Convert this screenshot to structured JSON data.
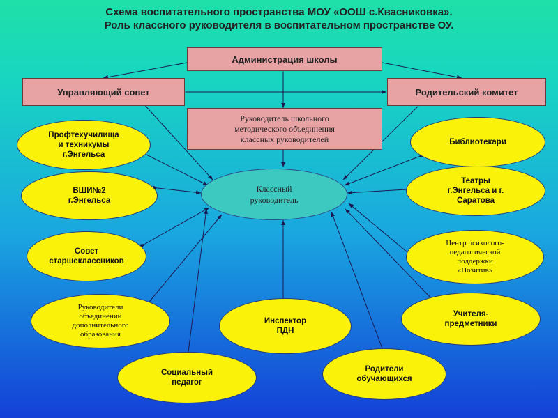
{
  "title": {
    "line1": "Схема воспитательного пространства МОУ «ООШ с.Квасниковка».",
    "line2": "Роль классного руководителя в воспитательном пространстве ОУ."
  },
  "boxes": {
    "administration": "Администрация школы",
    "governing_council": "Управляющий совет",
    "parent_committee": "Родительский комитет",
    "methodical_association": "Руководитель школьного\nметодического объединения\nклассных руководителей"
  },
  "center": "Классный\nруководитель",
  "ellipses": {
    "colleges": "Профтехучилища\nи техникумы\nг.Энгельса",
    "school2": "ВШИ№2\nг.Энгельса",
    "senior_council": "Совет\nстаршеклассников",
    "additional_education": "Руководители\nобъединений\nдополнительного\nобразования",
    "social_pedagogue": "Социальный\nпедагог",
    "pdn_inspector": "Инспектор\nПДН",
    "parents": "Родители\nобучающихся",
    "subject_teachers": "Учителя-\nпредметники",
    "psych_center": "Центр психолого-\nпедагогической\nподдержки\n«Позитив»",
    "theatres": "Театры\nг.Энгельса и г.\nСаратова",
    "librarians": "Библиотекари"
  },
  "colors": {
    "rect_fill": "#e7a3a3",
    "ellipse_fill": "#fbf20a",
    "center_fill": "#3ec9c0",
    "arrow": "#1a1a50"
  }
}
